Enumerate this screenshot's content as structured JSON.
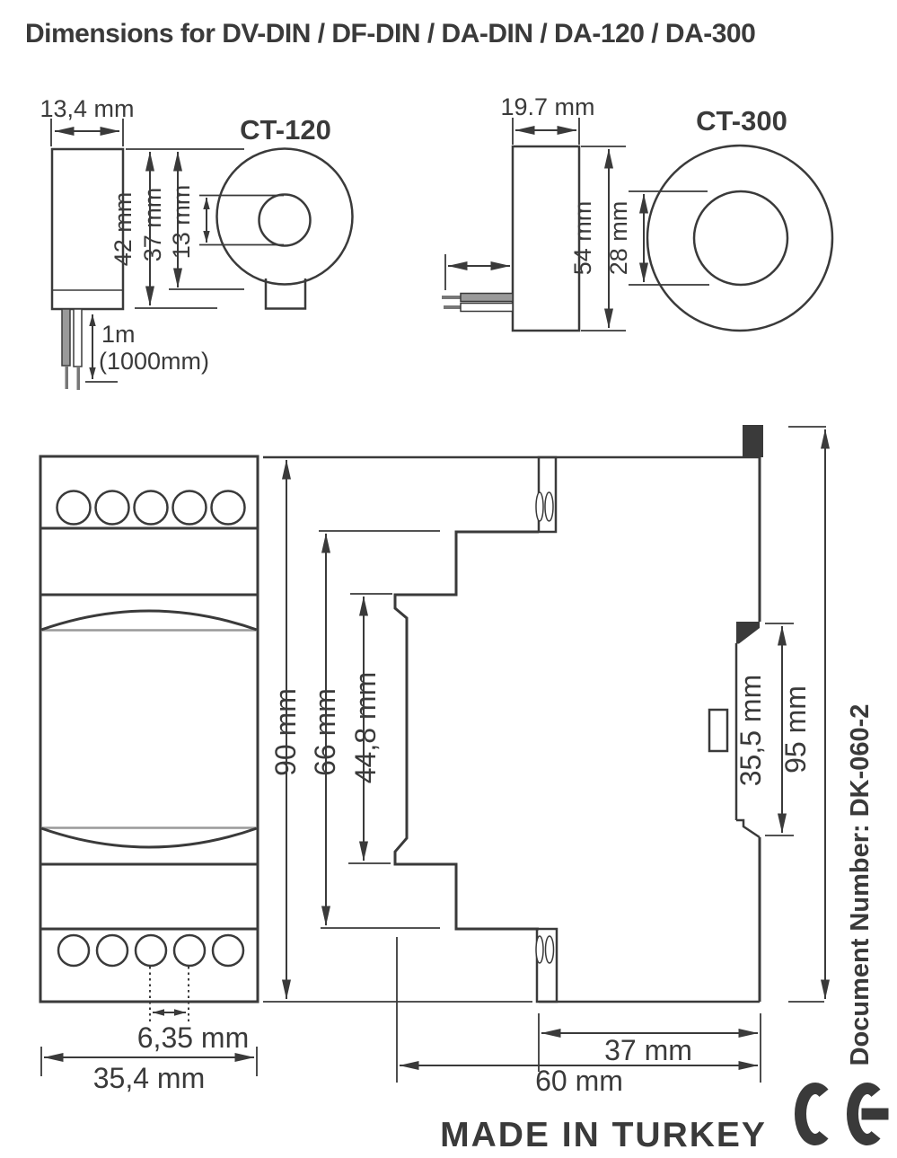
{
  "title": "Dimensions for DV-DIN / DF-DIN / DA-DIN / DA-120 / DA-300",
  "ct120": {
    "label": "CT-120",
    "dim_width": "13,4 mm",
    "dim_height": "42 mm",
    "dim_body": "37 mm",
    "dim_hole": "13 mm",
    "cable_len": "1m",
    "cable_len_alt": "(1000mm)"
  },
  "ct300": {
    "label": "CT-300",
    "dim_width": "19.7 mm",
    "dim_height": "54 mm",
    "dim_hole": "28 mm"
  },
  "module": {
    "dim_height": "90 mm",
    "dim_body_height": "66 mm",
    "dim_inner_height": "44,8 mm",
    "dim_pitch": "6,35 mm",
    "dim_width": "35,4 mm",
    "dim_clip": "35,5 mm",
    "dim_total_height": "95 mm",
    "dim_depth_back": "37 mm",
    "dim_depth": "60 mm"
  },
  "footer": {
    "document_number": "Document Number: DK-060-2",
    "made_in": "MADE IN TURKEY"
  },
  "colors": {
    "line": "#3a3a3a",
    "ct120_fill": "#9a9a9a",
    "ct300_fill": "#e9e9e9",
    "divider_gray": "#999999",
    "wire_tip": "#777777"
  }
}
